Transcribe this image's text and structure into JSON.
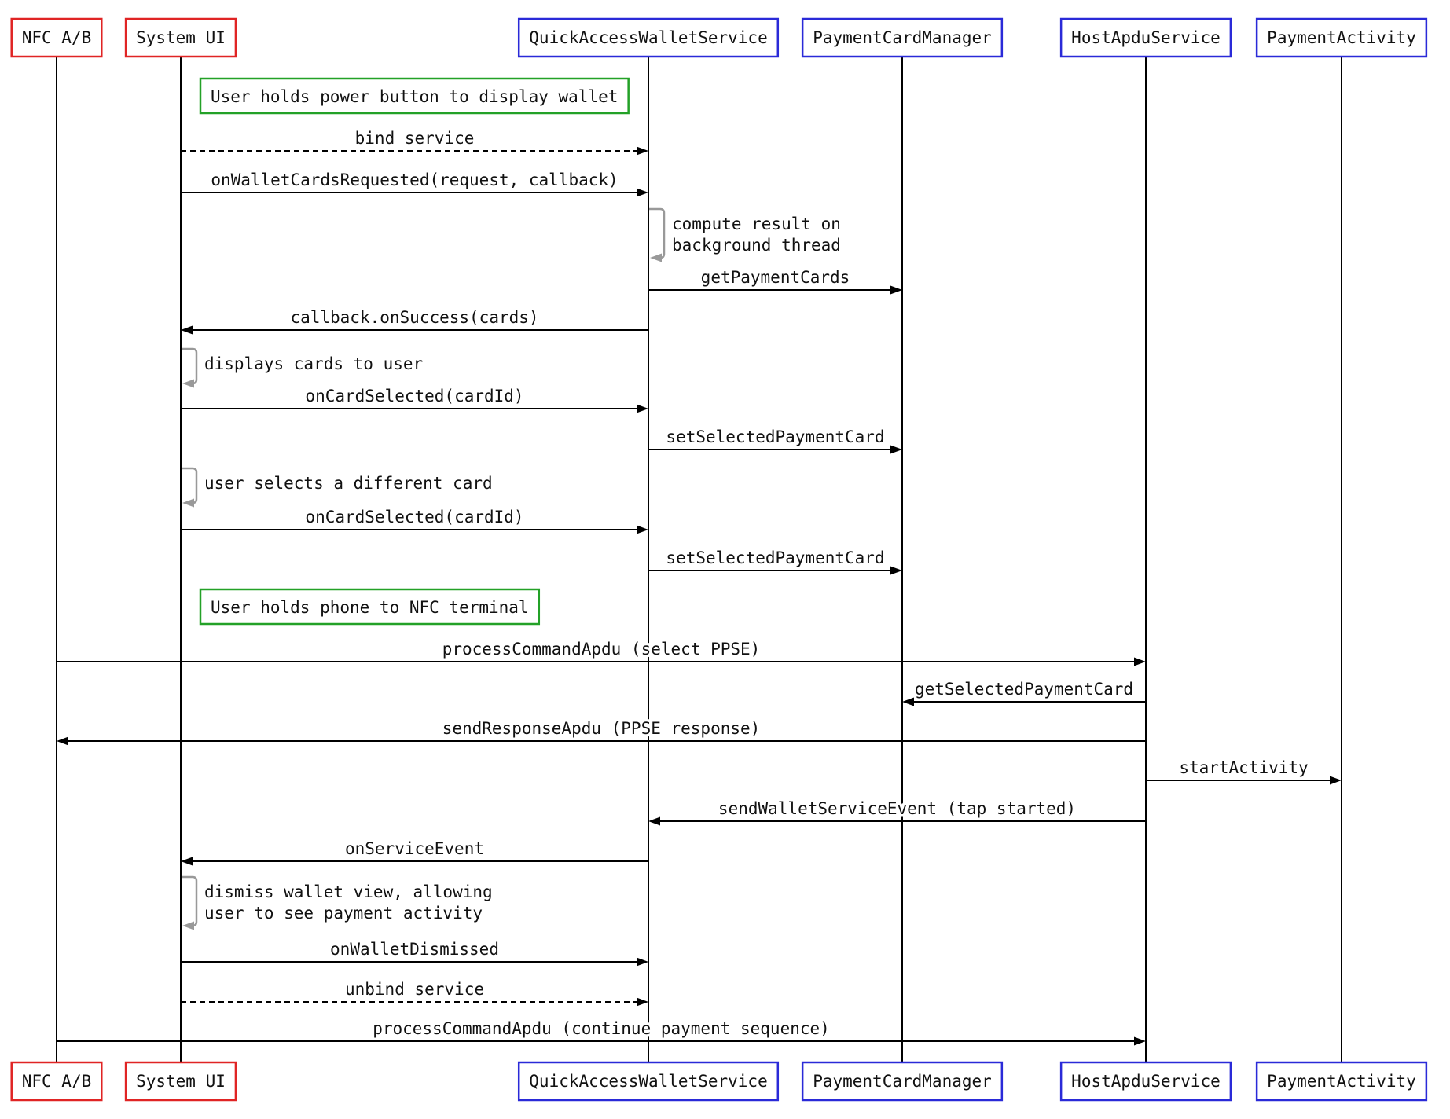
{
  "diagram": {
    "type": "sequence",
    "colors": {
      "participant_red": "#e02424",
      "participant_blue": "#2a2ad8",
      "note_green": "#23a127",
      "arrow": "#000000",
      "self_note_gray": "#999999",
      "text": "#111111",
      "background": "#ffffff"
    },
    "participants": [
      {
        "id": "nfc",
        "label": "NFC A/B",
        "accent": "red"
      },
      {
        "id": "sysui",
        "label": "System UI",
        "accent": "red"
      },
      {
        "id": "qaws",
        "label": "QuickAccessWalletService",
        "accent": "blue"
      },
      {
        "id": "pcm",
        "label": "PaymentCardManager",
        "accent": "blue"
      },
      {
        "id": "has",
        "label": "HostApduService",
        "accent": "blue"
      },
      {
        "id": "pa",
        "label": "PaymentActivity",
        "accent": "blue"
      }
    ],
    "events": [
      {
        "type": "note",
        "text": "User holds power button to display wallet"
      },
      {
        "type": "message",
        "from": "sysui",
        "to": "qaws",
        "label": "bind service",
        "style": "dashed"
      },
      {
        "type": "message",
        "from": "sysui",
        "to": "qaws",
        "label": "onWalletCardsRequested(request, callback)",
        "style": "solid"
      },
      {
        "type": "self",
        "on": "qaws",
        "lines": [
          "compute result on",
          "background thread"
        ]
      },
      {
        "type": "message",
        "from": "qaws",
        "to": "pcm",
        "label": "getPaymentCards",
        "style": "solid"
      },
      {
        "type": "message",
        "from": "qaws",
        "to": "sysui",
        "label": "callback.onSuccess(cards)",
        "style": "solid"
      },
      {
        "type": "self",
        "on": "sysui",
        "lines": [
          "displays cards to user"
        ]
      },
      {
        "type": "message",
        "from": "sysui",
        "to": "qaws",
        "label": "onCardSelected(cardId)",
        "style": "solid"
      },
      {
        "type": "message",
        "from": "qaws",
        "to": "pcm",
        "label": "setSelectedPaymentCard",
        "style": "solid"
      },
      {
        "type": "self",
        "on": "sysui",
        "lines": [
          "user selects a different card"
        ]
      },
      {
        "type": "message",
        "from": "sysui",
        "to": "qaws",
        "label": "onCardSelected(cardId)",
        "style": "solid"
      },
      {
        "type": "message",
        "from": "qaws",
        "to": "pcm",
        "label": "setSelectedPaymentCard",
        "style": "solid"
      },
      {
        "type": "note",
        "text": "User holds phone to NFC terminal"
      },
      {
        "type": "message",
        "from": "nfc",
        "to": "has",
        "label": "processCommandApdu (select PPSE)",
        "style": "solid"
      },
      {
        "type": "message",
        "from": "has",
        "to": "pcm",
        "label": "getSelectedPaymentCard",
        "style": "solid"
      },
      {
        "type": "message",
        "from": "has",
        "to": "nfc",
        "label": "sendResponseApdu (PPSE response)",
        "style": "solid"
      },
      {
        "type": "message",
        "from": "has",
        "to": "pa",
        "label": "startActivity",
        "style": "solid"
      },
      {
        "type": "message",
        "from": "has",
        "to": "qaws",
        "label": "sendWalletServiceEvent (tap started)",
        "style": "solid"
      },
      {
        "type": "message",
        "from": "qaws",
        "to": "sysui",
        "label": "onServiceEvent",
        "style": "solid"
      },
      {
        "type": "self",
        "on": "sysui",
        "lines": [
          "dismiss wallet view, allowing",
          "user to see payment activity"
        ]
      },
      {
        "type": "message",
        "from": "sysui",
        "to": "qaws",
        "label": "onWalletDismissed",
        "style": "solid"
      },
      {
        "type": "message",
        "from": "sysui",
        "to": "qaws",
        "label": "unbind service",
        "style": "dashed"
      },
      {
        "type": "message",
        "from": "nfc",
        "to": "has",
        "label": "processCommandApdu (continue payment sequence)",
        "style": "solid"
      }
    ]
  }
}
